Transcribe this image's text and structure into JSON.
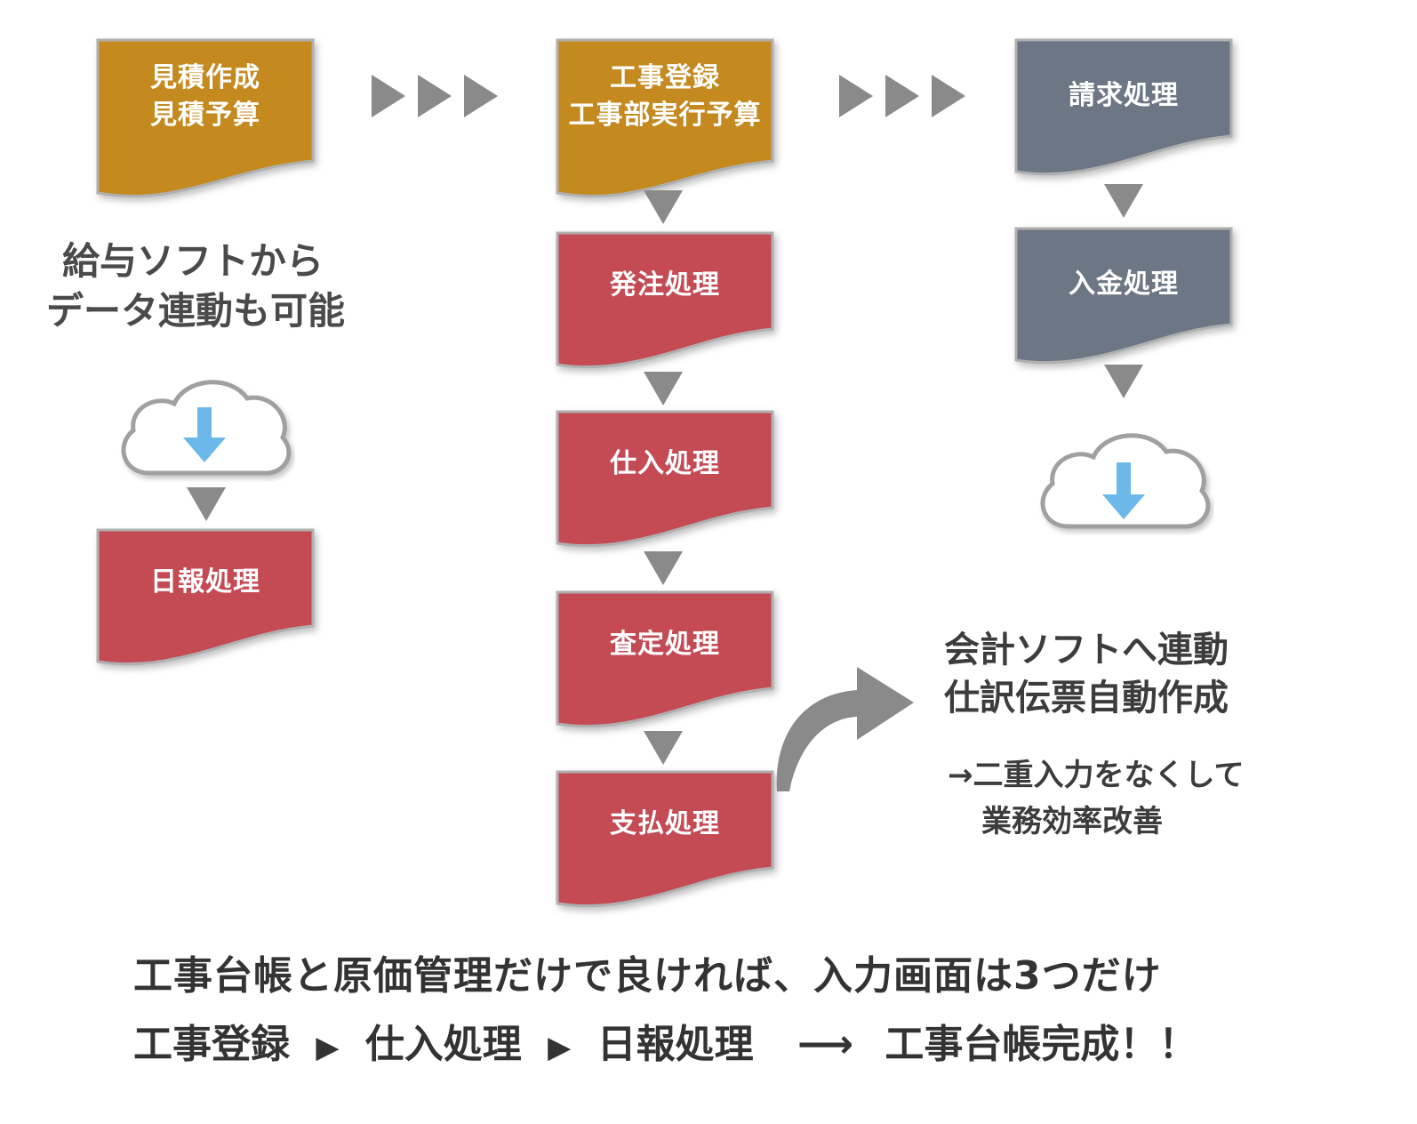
{
  "colors": {
    "orange": "#c4891f",
    "red": "#c44a54",
    "slate": "#6c7684",
    "arrow_gray": "#8a8a8a",
    "cloud_arrow": "#6cb8e8"
  },
  "icons": [
    "chevron-right-icon",
    "triangle-down-icon",
    "cloud-download-icon",
    "curved-arrow-icon"
  ],
  "column_left": {
    "top_box": [
      "見積作成",
      "見積予算"
    ],
    "note": [
      "給与ソフトから",
      "データ連動も可能"
    ],
    "daily_box": "日報処理"
  },
  "column_middle": {
    "top_box": [
      "工事登録",
      "工事部実行予算"
    ],
    "steps": [
      "発注処理",
      "仕入処理",
      "査定処理",
      "支払処理"
    ]
  },
  "column_right": {
    "steps": [
      "請求処理",
      "入金処理"
    ]
  },
  "accounting_note": {
    "title": [
      "会計ソフトへ連動",
      "仕訳伝票自動作成"
    ],
    "sub": [
      "→二重入力をなくして",
      "業務効率改善"
    ]
  },
  "footer": {
    "line1": "工事台帳と原価管理だけで良ければ、入力画面は3つだけ",
    "line2_parts": [
      "工事登録",
      "▶",
      "仕入処理",
      "▶",
      "日報処理",
      "⟶",
      "工事台帳完成！！"
    ]
  }
}
